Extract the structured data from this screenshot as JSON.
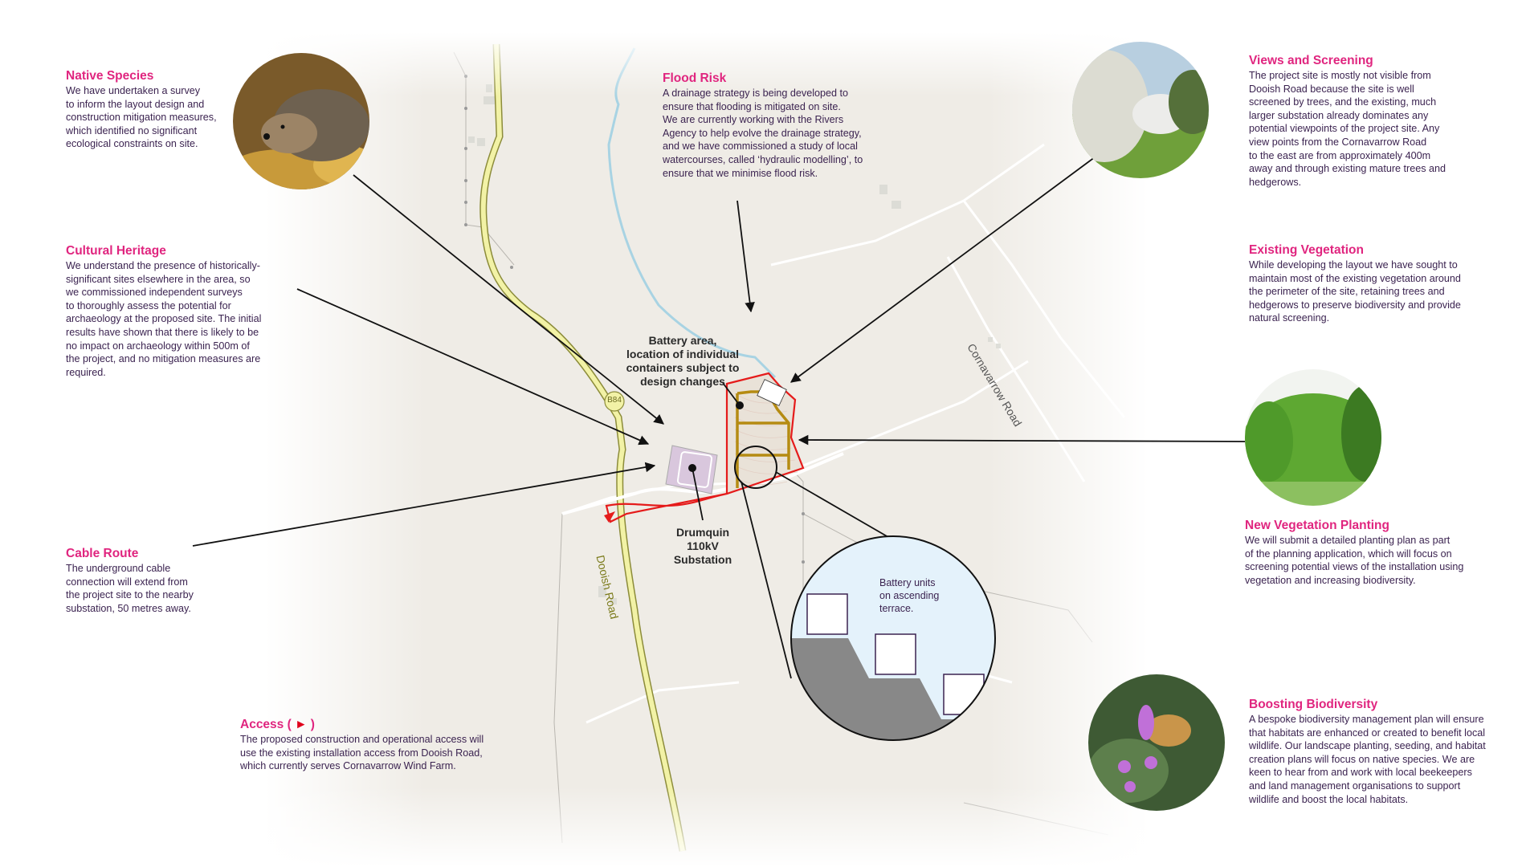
{
  "colors": {
    "heading": "#e0257f",
    "body_text": "#3b2350",
    "map_bg": "#efece6",
    "site_boundary": "#e51b1b",
    "internal_road": "#b58b12",
    "river": "#9fcfe0",
    "main_road": "#f2f2a6",
    "substation_fill": "#d9c7dd",
    "inset_sky": "#e4f2fb",
    "inset_ground": "#888888"
  },
  "panels": {
    "native_species": {
      "title": "Native Species",
      "body": "We have undertaken a survey\nto inform the layout design and\nconstruction mitigation measures,\nwhich identified no significant\necological constraints on site."
    },
    "cultural_heritage": {
      "title": "Cultural Heritage",
      "body": "We understand the presence of historically-\nsignificant sites elsewhere in the area, so\nwe commissioned independent surveys\nto thoroughly assess the potential for\narchaeology at the proposed site. The initial\nresults have shown that there is likely to be\nno impact on archaeology within 500m of\nthe project, and no mitigation measures are\nrequired."
    },
    "cable_route": {
      "title": "Cable Route",
      "body": "The underground cable\nconnection will extend from\nthe project site to the nearby\nsubstation, 50 metres away."
    },
    "access": {
      "title": "Access (",
      "title_glyph": "►",
      "title_close": ")",
      "body": "The proposed construction and operational access will\nuse the existing installation access from Dooish Road,\nwhich currently serves Cornavarrow Wind Farm."
    },
    "flood_risk": {
      "title": "Flood Risk",
      "body": "A drainage strategy is being developed to\nensure that flooding is mitigated on site.\nWe are currently working with the Rivers\nAgency to help evolve the drainage strategy,\nand we have commissioned a study of local\nwatercourses, called ‘hydraulic modelling’, to\nensure that we minimise flood risk."
    },
    "views_screening": {
      "title": "Views and Screening",
      "body": "The project site is mostly not visible from\nDooish Road because the site is well\nscreened by trees, and the existing, much\nlarger substation already dominates any\npotential viewpoints of the project site. Any\nview points from the Cornavarrow Road\nto the east are from approximately 400m\naway and through existing mature trees and\nhedgerows."
    },
    "existing_vegetation": {
      "title": "Existing Vegetation",
      "body": "While developing the layout we have sought to\nmaintain most of the existing vegetation around\nthe perimeter of the site, retaining trees and\nhedgerows to preserve biodiversity and provide\nnatural screening."
    },
    "new_vegetation": {
      "title": "New Vegetation Planting",
      "body": "We will submit a detailed planting plan as part\nof the planning application, which will focus on\nscreening potential views of the installation using\nvegetation and increasing biodiversity."
    },
    "biodiversity": {
      "title": "Boosting Biodiversity",
      "body": "A bespoke biodiversity management plan will ensure\nthat habitats are enhanced or created to benefit local\nwildlife. Our landscape planting, seeding, and habitat\ncreation plans will focus on native species. We are\nkeen to hear from and work with local beekeepers\nand land management organisations to support\nwildlife and boost the local habitats."
    }
  },
  "map_labels": {
    "battery_area": "Battery area,\nlocation of individual\ncontainers subject to\ndesign changes",
    "substation": "Drumquin\n110kV\nSubstation",
    "dooish_road": "Dooish Road",
    "cornavarrow_road": "Cornavarrow Road",
    "road_shield": "B84",
    "inset_caption": "Battery units\non ascending\nterrace."
  },
  "photos": {
    "native_species": "hedgehog-photo",
    "views_screening": "blossoming-trees-photo",
    "new_vegetation": "green-shrubs-photo",
    "biodiversity": "bee-on-flower-photo"
  }
}
